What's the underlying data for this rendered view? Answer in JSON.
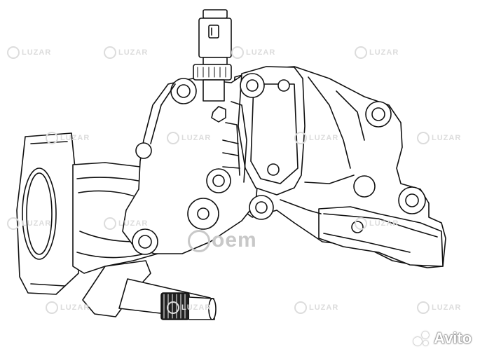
{
  "watermark": {
    "brand": "LUZAR"
  },
  "overlay": {
    "oem_label": "oem"
  },
  "marketplace": {
    "logo_text": "Avito"
  },
  "drawing": {
    "subject": "thermostat-housing",
    "icon": "line-drawing"
  }
}
